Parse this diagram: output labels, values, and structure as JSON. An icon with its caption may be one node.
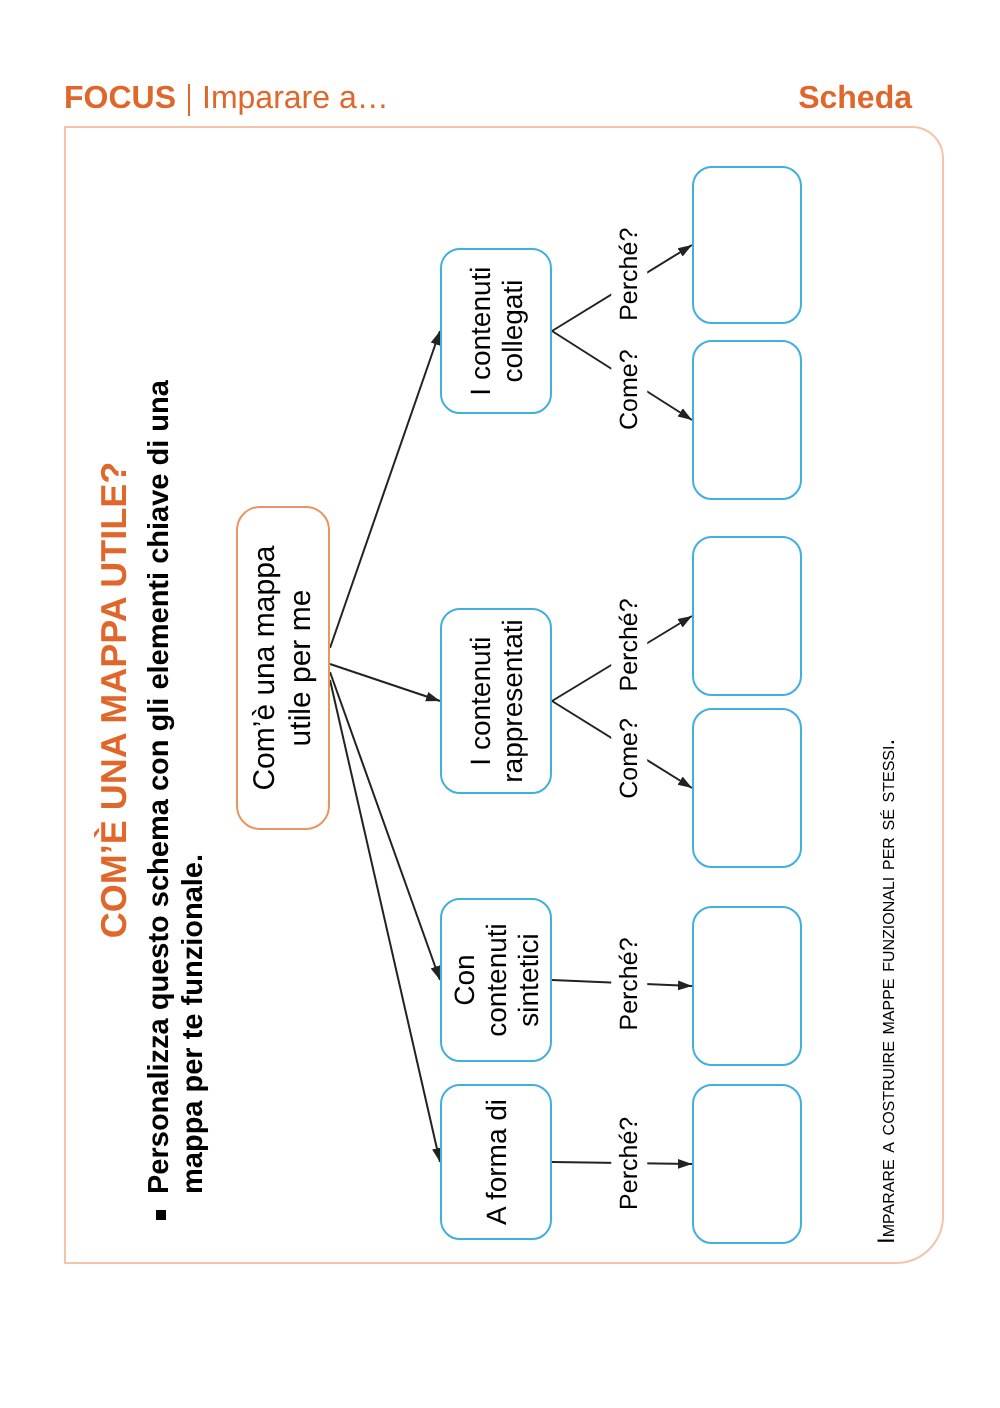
{
  "diagram": {
    "title": "COM’È UNA MAPPA UTILE?",
    "nodes": [
      {
        "text": [
          "Com’è una mappa utile per me"
        ]
      },
      {
        "text": [
          "A forma di"
        ]
      },
      {
        "text": [
          "Con contenuti sintetici"
        ]
      },
      {
        "text": [
          "I contenuti rappresentati"
        ]
      },
      {
        "text": [
          "I contenuti collegati"
        ]
      },
      {
        "text": [],
        "shape": "box"
      },
      {
        "text": [],
        "shape": "box"
      },
      {
        "text": [],
        "shape": "box"
      },
      {
        "text": [],
        "shape": "box"
      },
      {
        "text": [],
        "shape": "box"
      },
      {
        "text": [],
        "shape": "box"
      }
    ],
    "edges": [
      {
        "from": 0,
        "to": 1,
        "arrow": "to"
      },
      {
        "from": 0,
        "to": 2,
        "arrow": "to"
      },
      {
        "from": 0,
        "to": 3,
        "arrow": "to"
      },
      {
        "from": 0,
        "to": 4,
        "arrow": "to"
      },
      {
        "from": 1,
        "to": 10,
        "arrow": "to",
        "label": "Perché?"
      },
      {
        "from": 2,
        "to": 9,
        "arrow": "to",
        "label": "Perché?"
      },
      {
        "from": 3,
        "to": 8,
        "arrow": "to",
        "label": "Come?"
      },
      {
        "from": 3,
        "to": 7,
        "arrow": "to",
        "label": "Perché?"
      },
      {
        "from": 4,
        "to": 6,
        "arrow": "to",
        "label": "Come?"
      },
      {
        "from": 4,
        "to": 5,
        "arrow": "to",
        "label": "Perché?"
      }
    ],
    "labels": [
      "FOCUS",
      "Imparare a…",
      "Scheda",
      "Personalizza questo schema con gli elementi chiave di una mappa per te funzionale.",
      "Imparare a costruire mappe funzionali per sé stessi."
    ]
  }
}
